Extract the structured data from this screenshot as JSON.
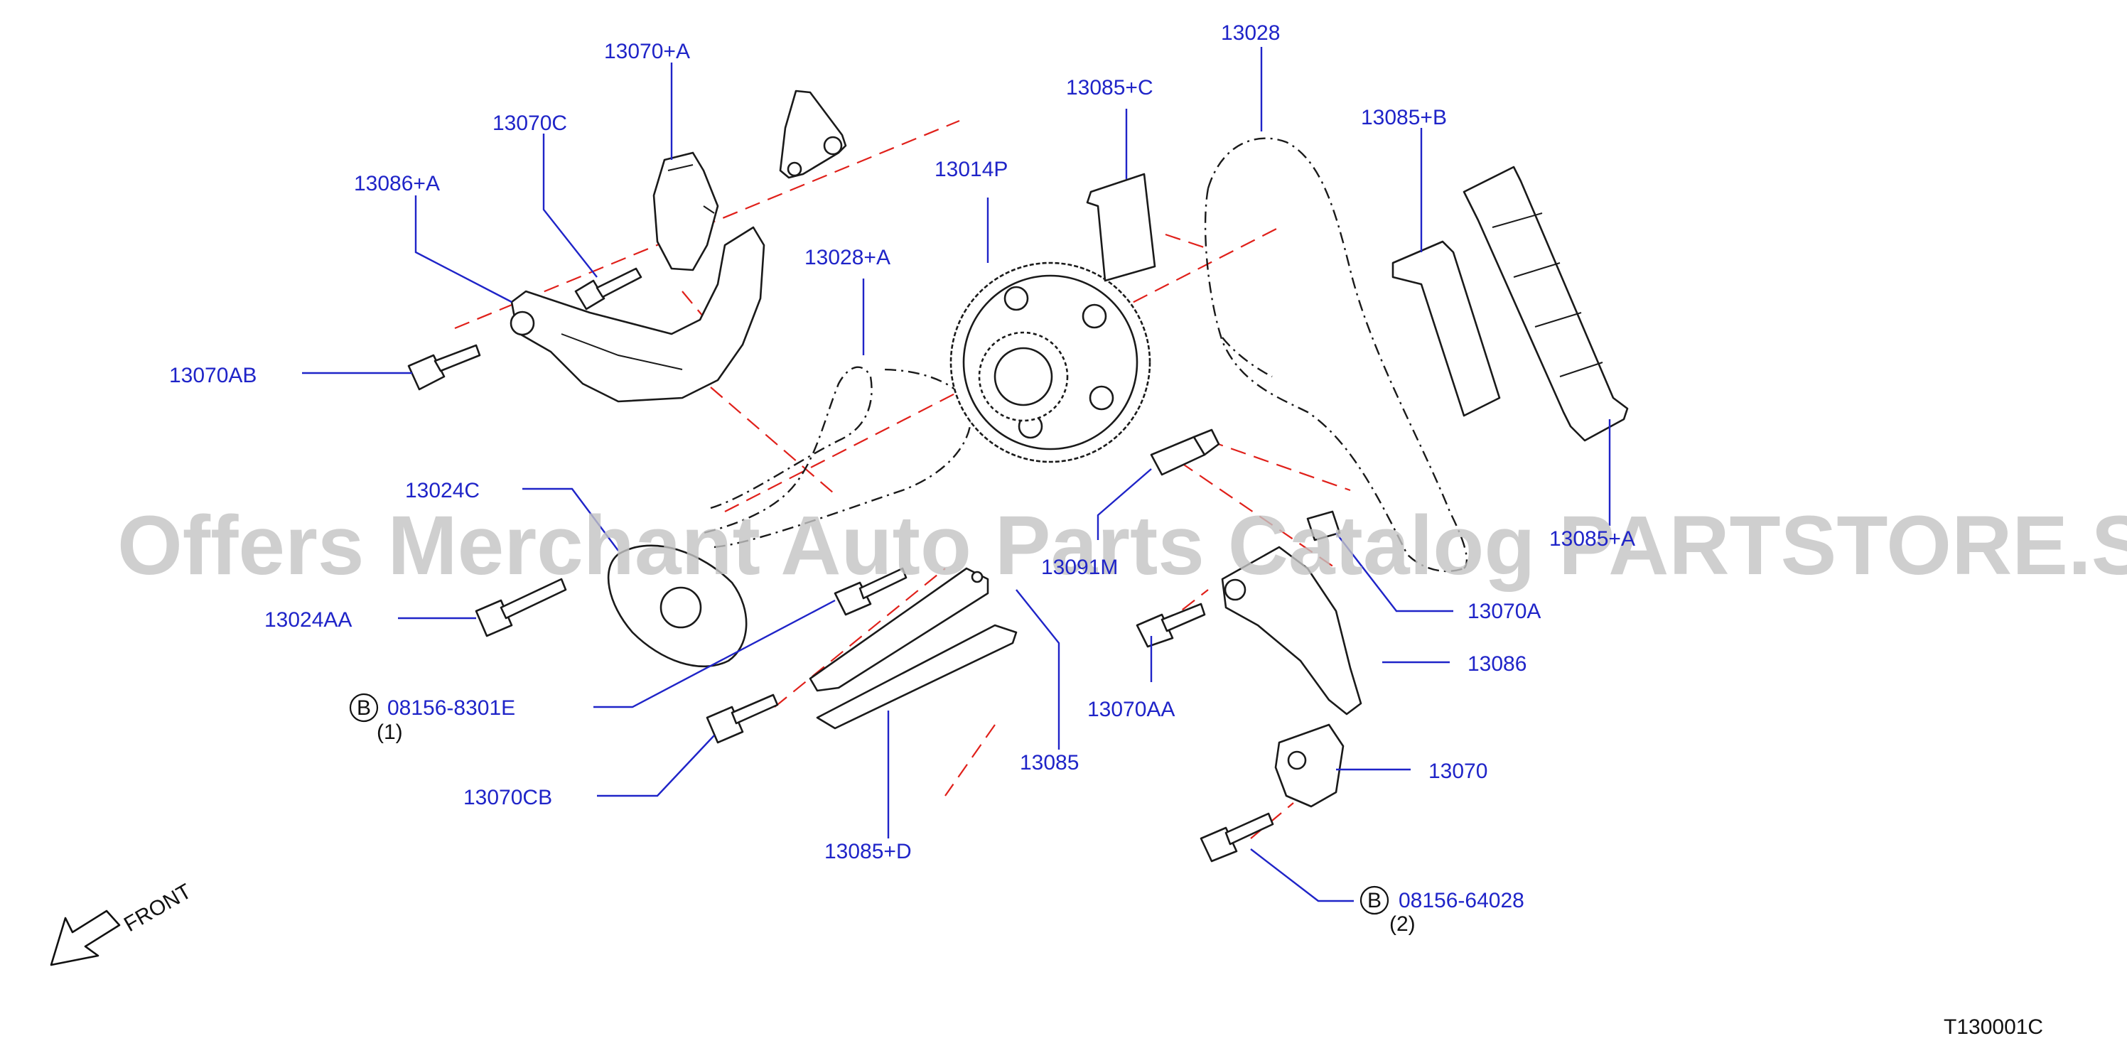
{
  "diagram": {
    "code": "T130001C",
    "front_label": "FRONT",
    "watermark": "Offers Merchant Auto Parts Catalog PARTSTORE.SA",
    "colors": {
      "label": "#1f24c8",
      "guide": "#e0201a",
      "outline": "#1a1a1a"
    },
    "callouts": [
      {
        "id": "13070+A",
        "text": "13070+A"
      },
      {
        "id": "13070C",
        "text": "13070C"
      },
      {
        "id": "13086+A",
        "text": "13086+A"
      },
      {
        "id": "13070AB",
        "text": "13070AB"
      },
      {
        "id": "13028+A",
        "text": "13028+A"
      },
      {
        "id": "13014P",
        "text": "13014P"
      },
      {
        "id": "13085+C",
        "text": "13085+C"
      },
      {
        "id": "13028",
        "text": "13028"
      },
      {
        "id": "13085+B",
        "text": "13085+B"
      },
      {
        "id": "13085+A",
        "text": "13085+A"
      },
      {
        "id": "13024C",
        "text": "13024C"
      },
      {
        "id": "13024AA",
        "text": "13024AA"
      },
      {
        "id": "13091M",
        "text": "13091M"
      },
      {
        "id": "13070A",
        "text": "13070A"
      },
      {
        "id": "13086",
        "text": "13086"
      },
      {
        "id": "13070AA",
        "text": "13070AA"
      },
      {
        "id": "13085",
        "text": "13085"
      },
      {
        "id": "13070CB",
        "text": "13070CB"
      },
      {
        "id": "13085+D",
        "text": "13085+D"
      },
      {
        "id": "13070",
        "text": "13070"
      }
    ],
    "bolt_refs": [
      {
        "badge": "B",
        "part": "08156-8301E",
        "qty": "(1)"
      },
      {
        "badge": "B",
        "part": "08156-64028",
        "qty": "(2)"
      }
    ]
  }
}
